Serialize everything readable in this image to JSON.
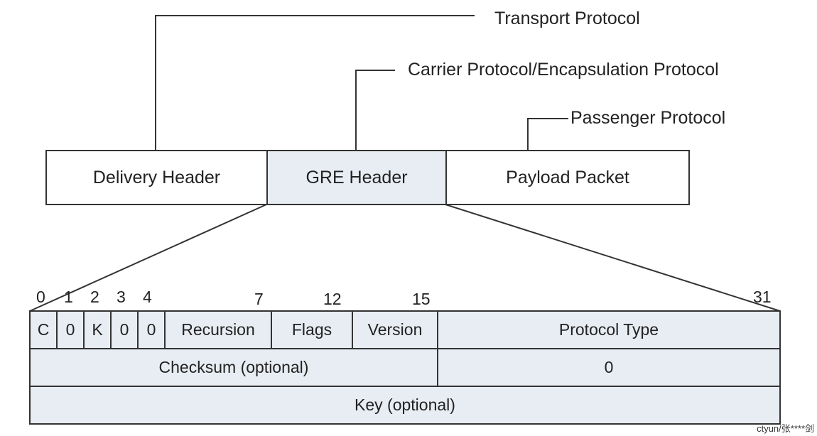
{
  "protocol_labels": {
    "transport": "Transport Protocol",
    "carrier": "Carrier Protocol/Encapsulation Protocol",
    "passenger": "Passenger Protocol"
  },
  "packet": {
    "delivery_header": "Delivery Header",
    "gre_header": "GRE Header",
    "payload_packet": "Payload Packet"
  },
  "bit_positions": [
    "0",
    "1",
    "2",
    "3",
    "4",
    "7",
    "12",
    "15",
    "31"
  ],
  "gre_fields": {
    "row1": [
      "C",
      "0",
      "K",
      "0",
      "0",
      "Recursion",
      "Flags",
      "Version",
      "Protocol Type"
    ],
    "row2": [
      "Checksum (optional)",
      "0"
    ],
    "row3": [
      "Key (optional)"
    ]
  },
  "watermark": "ctyun/张****剑",
  "colors": {
    "gre_fill": "#e8edf3",
    "line": "#333333"
  }
}
